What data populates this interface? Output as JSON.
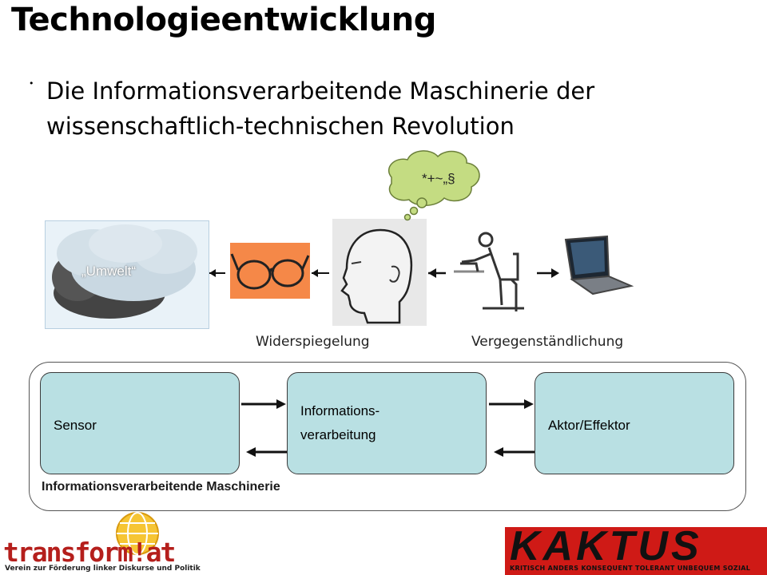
{
  "slide": {
    "title": "Technologieentwicklung",
    "bullet_symbol": "•",
    "bullet_text": "Die Informationsverarbeitende Maschinerie der wissenschaftlich-technischen Revolution"
  },
  "illustration": {
    "thought_bubble": "*+~„§",
    "umwelt_label": "„Umwelt“",
    "widerspiegelung_label": "Widerspiegelung",
    "vergegenstaendlichung_label": "Vergegenständlichung"
  },
  "machinery": {
    "sensor_label": "Sensor",
    "processing_label_line1": "Informations-",
    "processing_label_line2": "verarbeitung",
    "actor_label": "Aktor/Effektor",
    "frame_label": "Informationsverarbeitende Maschinerie"
  },
  "logos": {
    "transform_text": "transform!at",
    "transform_sub": "Verein zur Förderung linker Diskurse und Politik",
    "kaktus_text": "KAKTUS",
    "kaktus_sub": "KRITISCH ANDERS KONSEQUENT TOLERANT UNBEQUEM SOZIAL"
  },
  "colors": {
    "box_fill": "#b9e0e3",
    "glasses_bg": "#f58848",
    "thought_bubble": "#c4dc82",
    "kaktus_bg": "#cf1a16",
    "transform_red": "#b51f1c"
  }
}
